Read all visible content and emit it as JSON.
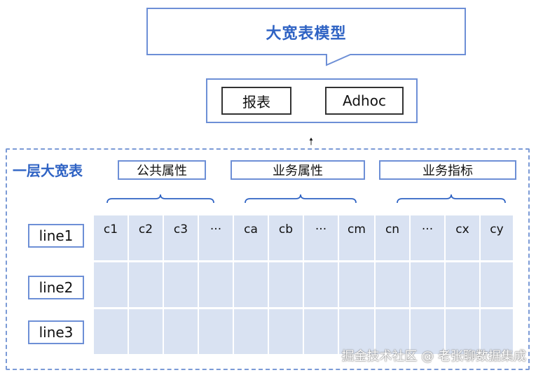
{
  "top_model": {
    "title": "大宽表模型"
  },
  "apps": {
    "report": "报表",
    "adhoc": "Adhoc"
  },
  "layer": {
    "title": "一层大宽表",
    "groups": [
      "公共属性",
      "业务属性",
      "业务指标"
    ]
  },
  "rows": [
    "line1",
    "line2",
    "line3"
  ],
  "columns": [
    "c1",
    "c2",
    "c3",
    "···",
    "ca",
    "cb",
    "···",
    "cm",
    "cn",
    "···",
    "cx",
    "cy"
  ],
  "watermark": "掘金技术社区 @ 老张聊数据集成",
  "colors": {
    "accent": "#2f63c4",
    "border": "#6d8fd6",
    "cell": "#d9e2f2"
  }
}
